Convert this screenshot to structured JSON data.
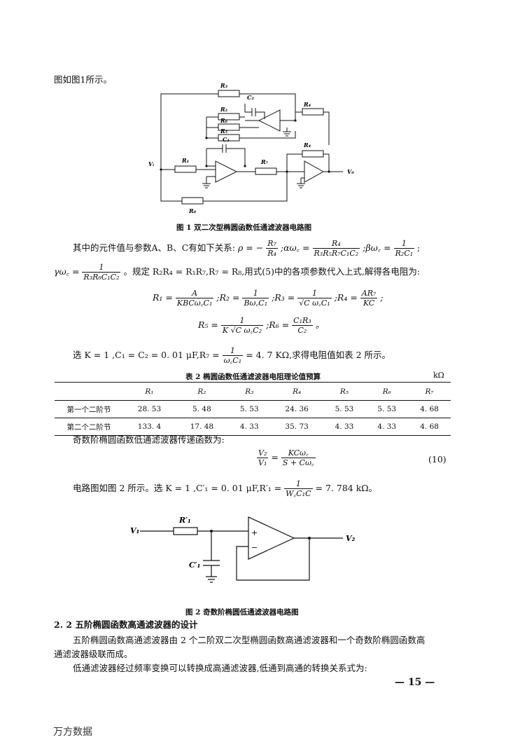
{
  "intro": "图如图1所示。",
  "fig1": {
    "caption": "图 1   双二次型椭圆函数低通滤波器电路图",
    "labels": {
      "r3": "R₃",
      "c2": "C₂",
      "r2": "R₂",
      "r6": "R₆",
      "r5": "R₅",
      "c1": "C₁",
      "vi": "Vᵢ",
      "r1": "R₁",
      "r7": "R₇",
      "r4": "R₄",
      "r8": "R₈",
      "vo": "V₀"
    }
  },
  "relations": {
    "prefix": "其中的元件值与参数A、B、C有如下关系:",
    "rho_lhs": "ρ = −",
    "rho_num": "R₇",
    "rho_den": "R₄",
    "alpha_lhs": ";αω꜀ =",
    "alpha_num": "R₄",
    "alpha_den": "R₃R₅R₇C₁C₂",
    "beta_lhs": ";βω꜀ =",
    "beta_num": "1",
    "beta_den": "R₂C₁",
    "end": ";"
  },
  "gamma": {
    "lhs": "γω꜀ =",
    "num": "1",
    "den": "R₃R₆C₁C₂",
    "text": "。规定 R₂R₄ = R₁R₇,R₇ = R₈,用式(5)中的各项参数代入上式,解得各电阻为:"
  },
  "resist_eq1": {
    "r1_lhs": "R₁ =",
    "r1_num": "A",
    "r1_den": "KBCω꜀C₁",
    "r2_lhs": ";R₂ =",
    "r2_num": "1",
    "r2_den": "Bω꜀C₁",
    "r3_lhs": ";R₃ =",
    "r3_num": "1",
    "r3_den": "√C ω꜀C₁",
    "r4_lhs": ";R₄ =",
    "r4_num": "AR₇",
    "r4_den": "KC",
    "end": ";"
  },
  "resist_eq2": {
    "r5_lhs": "R₅ =",
    "r5_num": "1",
    "r5_den": "K √C ω꜀C₂",
    "r6_lhs": ";R₆ =",
    "r6_num": "C₁R₃",
    "r6_den": "C₂",
    "end": "。"
  },
  "select1": {
    "pre": "选 K = 1 ,C₁ = C₂ = 0. 01 μF,R₇ =",
    "num": "1",
    "den": "ω꜀C₁",
    "post": "= 4. 7 KΩ,求得电阻值如表 2 所示。"
  },
  "table2": {
    "caption": "表 2   椭圆函数低通滤波器电阻理论值预算",
    "unit": "kΩ",
    "headers": [
      "",
      "R₁",
      "R₂",
      "R₃",
      "R₄",
      "R₅",
      "R₆",
      "R₇"
    ],
    "rows": [
      [
        "第一个二阶节",
        "28. 53",
        "5. 48",
        "5. 53",
        "24. 36",
        "5. 53",
        "5. 53",
        "4. 68"
      ],
      [
        "第二个二阶节",
        "133. 4",
        "17. 48",
        "4. 33",
        "35. 73",
        "4. 33",
        "4. 33",
        "4. 68"
      ]
    ]
  },
  "odd_transfer": {
    "text": "奇数阶椭圆函数低通滤波器传递函数为:",
    "lhs_num": "V₂",
    "lhs_den": "V₁",
    "eq": "=",
    "rhs_num": "KCω꜀",
    "rhs_den": "S + Cω꜀",
    "number": "(10)"
  },
  "select2": {
    "pre": "电路图如图 2 所示。选 K = 1 ,C′₁ = 0. 01 μF,R′₁ =",
    "num": "1",
    "den": "W꜀C₁C",
    "post": "= 7. 784 kΩ。"
  },
  "fig2": {
    "caption": "图 2   奇数阶椭圆低通滤波器电路图",
    "labels": {
      "v1": "V₁",
      "r1": "R′₁",
      "c1": "C′₁",
      "v2": "V₂",
      "plus": "+",
      "minus": "−"
    }
  },
  "section": {
    "heading": "2. 2  五阶椭圆函数高通滤波器的设计",
    "para1_line1": "五阶椭圆函数高通滤波器由 2 个二阶双二次型椭圆函数高通滤波器和一个奇数阶椭圆函数高",
    "para1_line2": "通滤波器级联而成。",
    "para2": "低通滤波器经过频率变换可以转换成高通滤波器,低通到高通的转换关系式为:"
  },
  "page_number": "— 15 —",
  "watermark": "万方数据"
}
